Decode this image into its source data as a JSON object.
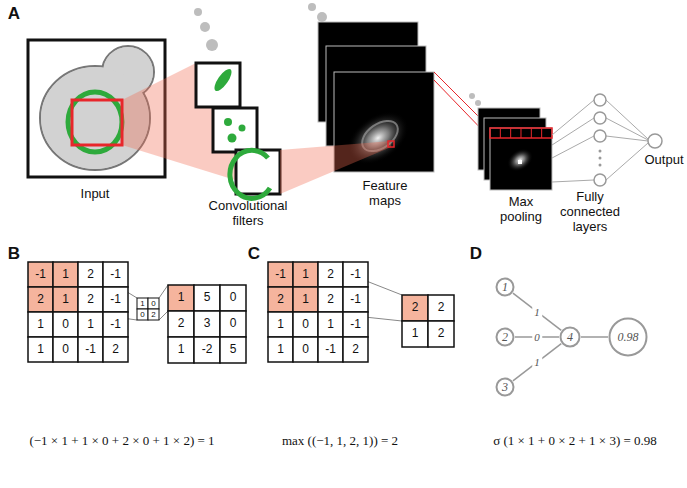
{
  "diagram": {
    "nodes": [
      {
        "text": [
          "1"
        ]
      },
      {
        "text": [
          "2"
        ]
      },
      {
        "text": [
          "3"
        ]
      },
      {
        "text": [
          "4"
        ]
      },
      {
        "text": [
          "0.98"
        ]
      }
    ],
    "edges": [
      {
        "from": 0,
        "to": 3,
        "label": "1",
        "arrow": "none"
      },
      {
        "from": 1,
        "to": 3,
        "label": "0",
        "arrow": "none"
      },
      {
        "from": 2,
        "to": 3,
        "label": "1",
        "arrow": "none"
      },
      {
        "from": 3,
        "to": 4,
        "arrow": "none"
      }
    ],
    "labels": [
      "A",
      "Input",
      "Convolutional filters",
      "Feature maps",
      "Max pooling",
      "Fully connected layers",
      "Output",
      "B",
      "-1",
      "1",
      "2",
      "-1",
      "2",
      "1",
      "2",
      "-1",
      "1",
      "0",
      "1",
      "-1",
      "1",
      "0",
      "-1",
      "2",
      "1",
      "0",
      "0",
      "2",
      "1",
      "5",
      "0",
      "2",
      "3",
      "0",
      "1",
      "-2",
      "5",
      "(−1 × 1 + 1 × 0 + 2 × 0 + 1 × 2) = 1",
      "C",
      "-1",
      "1",
      "2",
      "-1",
      "2",
      "1",
      "2",
      "-1",
      "1",
      "0",
      "1",
      "-1",
      "1",
      "0",
      "-1",
      "2",
      "2",
      "2",
      "1",
      "2",
      "max ((−1, 1, 2, 1)) = 2",
      "D",
      "σ (1 × 1 + 0 × 2 + 1 × 3) = 0.98"
    ]
  }
}
